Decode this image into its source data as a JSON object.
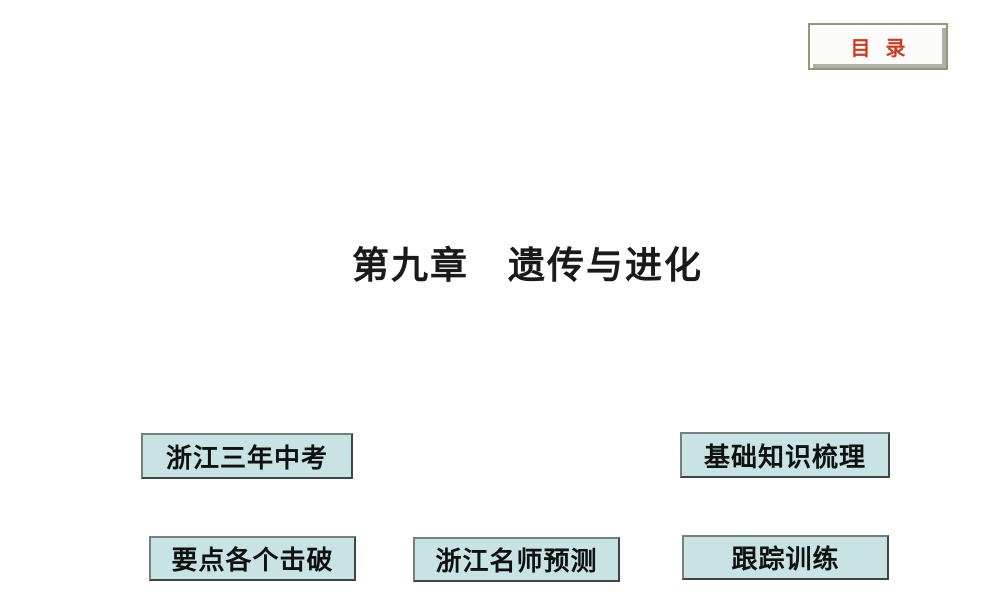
{
  "slide": {
    "title": "第九章　遗传与进化",
    "toc_button": {
      "label": "目 录"
    },
    "nav_buttons": [
      {
        "label": "浙江三年中考"
      },
      {
        "label": "基础知识梳理"
      },
      {
        "label": "要点各个击破"
      },
      {
        "label": "浙江名师预测"
      },
      {
        "label": "跟踪训练"
      }
    ],
    "colors": {
      "background": "#ffffff",
      "toc_text": "#cc3a1e",
      "toc_frame": "#8d9c74",
      "toc_face": "#fbfbf9",
      "nav_background": "#c7e3e3",
      "nav_border": "#3d4545",
      "title_text": "#1a1a1a"
    }
  }
}
